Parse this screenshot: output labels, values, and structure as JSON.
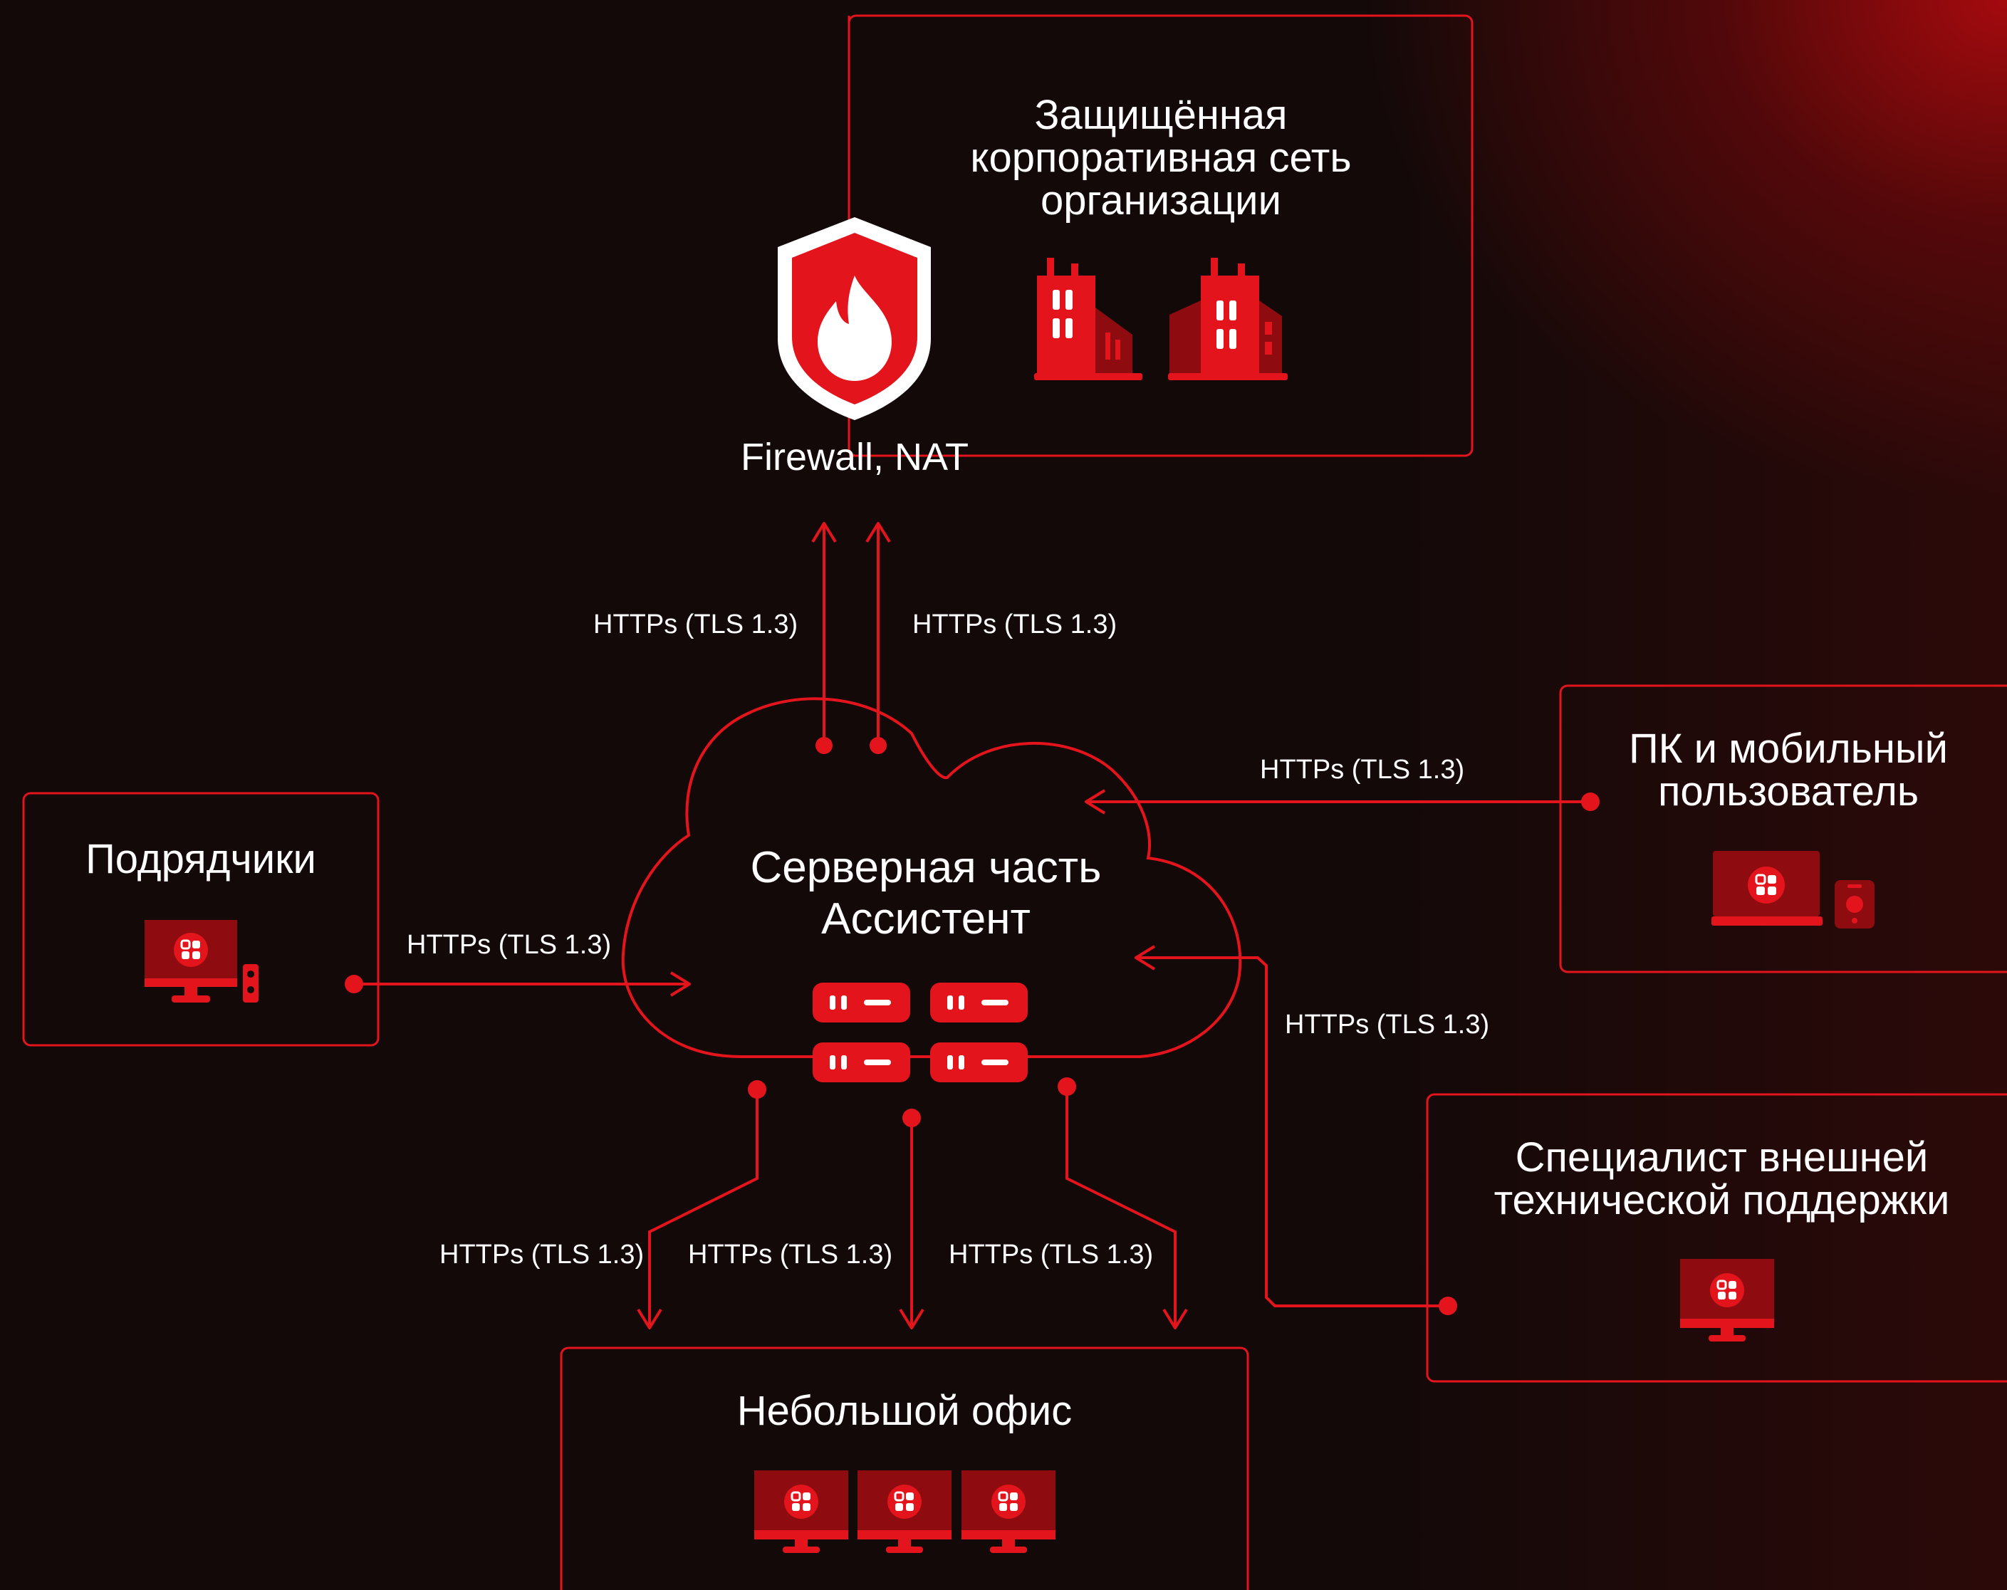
{
  "colors": {
    "accent": "#e3141b",
    "accent_dark": "#8e0c10",
    "background": "#140909",
    "text": "#ffffff"
  },
  "nodes": {
    "corporate_network": {
      "title": "Защищённая\nкорпоративная сеть\nорганизации"
    },
    "firewall": {
      "label": "Firewall, NAT",
      "icon": "shield-flame-icon"
    },
    "server": {
      "title": "Серверная часть\nАссистент",
      "icon": "server-rack-icon"
    },
    "contractors": {
      "title": "Подрядчики",
      "icon": "desktop-pc-icon"
    },
    "pc_mobile_user": {
      "title": "ПК и мобильный\nпользователь",
      "icon": "laptop-phone-icon"
    },
    "external_support": {
      "title": "Специалист внешней\nтехнической поддержки",
      "icon": "monitor-icon"
    },
    "small_office": {
      "title": "Небольшой офис",
      "icon": "monitor-icon"
    }
  },
  "connections": {
    "protocol": "HTTPs (TLS 1.3)",
    "firewall_left": "HTTPs (TLS 1.3)",
    "firewall_right": "HTTPs (TLS 1.3)",
    "pc_user": "HTTPs (TLS 1.3)",
    "contractors": "HTTPs (TLS 1.3)",
    "support": "HTTPs (TLS 1.3)",
    "office_left": "HTTPs (TLS 1.3)",
    "office_mid": "HTTPs (TLS 1.3)",
    "office_right": "HTTPs (TLS 1.3)"
  }
}
